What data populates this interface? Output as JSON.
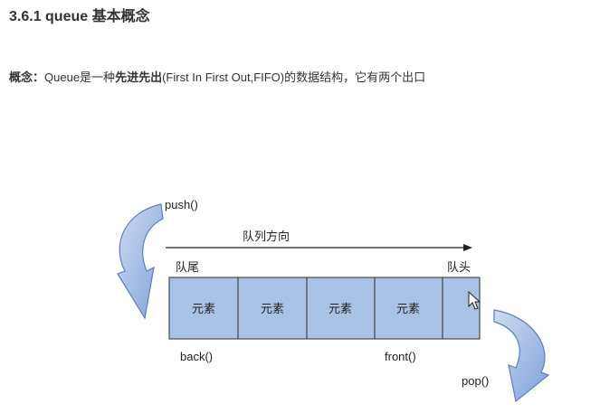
{
  "heading": "3.6.1 queue 基本概念",
  "concept": {
    "label": "概念：",
    "text_before": "Queue是一种",
    "emphasis": "先进先出",
    "text_after": "(First In First Out,FIFO)的数据结构，它有两个出口"
  },
  "diagram": {
    "push_label": "push()",
    "pop_label": "pop()",
    "direction_label": "队列方向",
    "tail_label": "队尾",
    "head_label": "队头",
    "back_label": "back()",
    "front_label": "front()",
    "cells": [
      "元素",
      "元素",
      "元素",
      "元素",
      ""
    ],
    "colors": {
      "cell_fill": "#a8c3e6",
      "cell_border": "#4a4a4a",
      "arrow_fill": "#8fb0e0",
      "arrow_border": "#5b7fb8"
    }
  }
}
